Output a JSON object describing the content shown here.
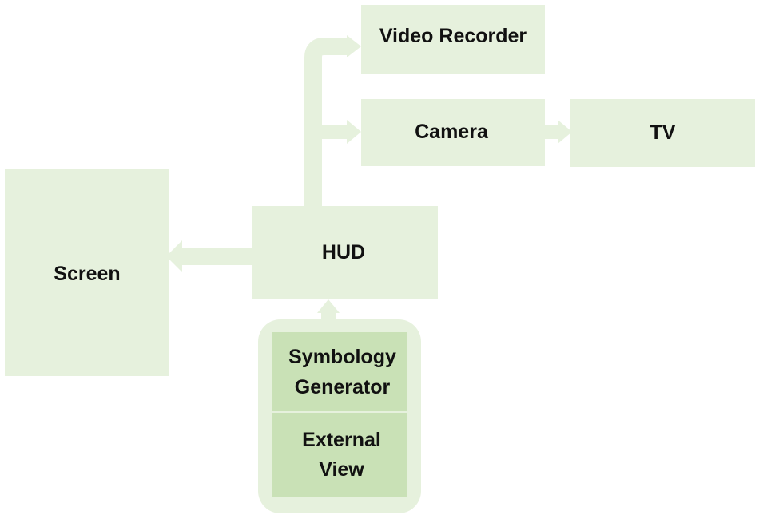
{
  "diagram": {
    "nodes": {
      "video_recorder": "Video Recorder",
      "camera": "Camera",
      "tv": "TV",
      "screen": "Screen",
      "hud": "HUD",
      "symbology_generator": "Symbology\nGenerator",
      "external_view": "External\nView"
    },
    "edges": [
      {
        "from": "HUD",
        "to": "Video Recorder"
      },
      {
        "from": "HUD",
        "to": "Camera"
      },
      {
        "from": "Camera",
        "to": "TV"
      },
      {
        "from": "HUD",
        "to": "Screen"
      },
      {
        "from": "Symbology Generator + External View",
        "to": "HUD"
      }
    ],
    "colors": {
      "box_fill": "#e6f1dd",
      "inner_box_fill": "#c9e1b6",
      "arrow_fill": "#e6f1dd",
      "text": "#111111"
    }
  }
}
